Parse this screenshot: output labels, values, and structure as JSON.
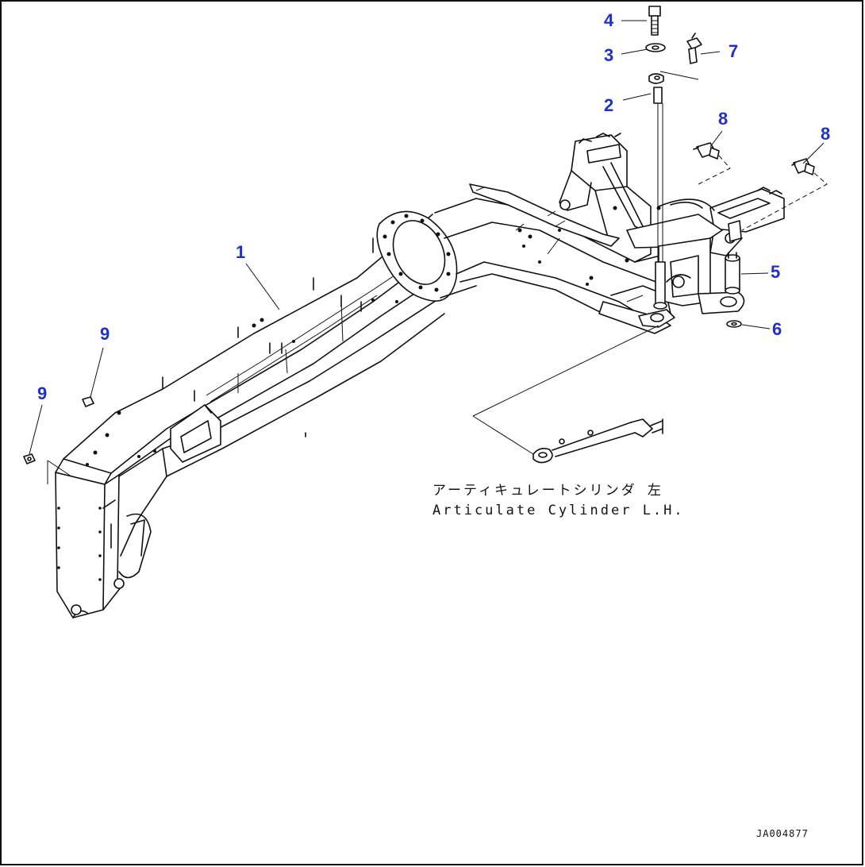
{
  "diagram": {
    "drawing_number": "JA004877",
    "note_jp": "アーティキュレートシリンダ 左",
    "note_en": "Articulate Cylinder L.H.",
    "callouts": {
      "c1": "1",
      "c2": "2",
      "c3": "3",
      "c4": "4",
      "c5": "5",
      "c6": "6",
      "c7": "7",
      "c8a": "8",
      "c8b": "8",
      "c9a": "9",
      "c9b": "9"
    }
  }
}
